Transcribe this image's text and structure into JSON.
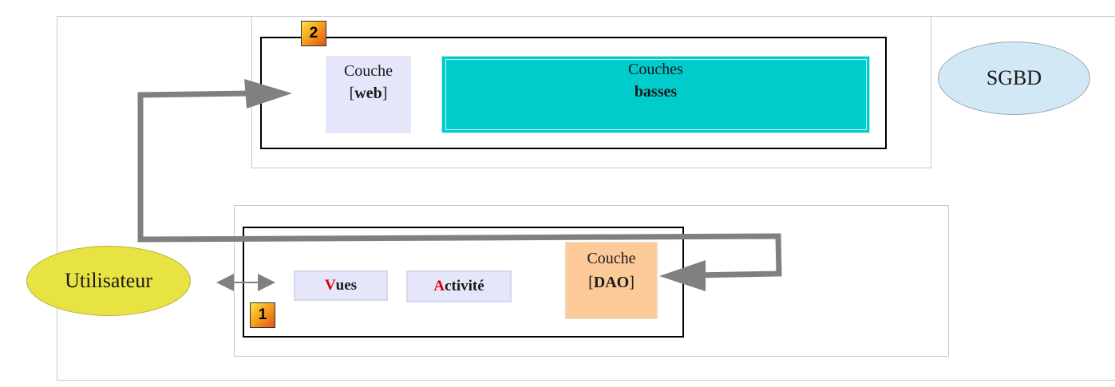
{
  "badges": {
    "top": "2",
    "bottom": "1"
  },
  "web": {
    "line1": "Couche",
    "line2_open": "[",
    "line2_bold": "web",
    "line2_close": "]"
  },
  "basses": {
    "line1": "Couches",
    "line2": "basses"
  },
  "dao": {
    "line1": "Couche",
    "line2_open": "[",
    "line2_bold": "DAO",
    "line2_close": "]"
  },
  "vues": {
    "initial": "V",
    "rest": "ues"
  },
  "activite": {
    "initial": "A",
    "rest": "ctivité"
  },
  "nodes": {
    "user": "Utilisateur",
    "sgbd": "SGBD"
  },
  "colors": {
    "badge": "#f7a41d",
    "web_layer": "#e6e6fb",
    "low_layers": "#00cccc",
    "dao_layer": "#fcc998",
    "user_node": "#e7e343",
    "sgbd_node": "#d2e8f5",
    "arrow": "#808080",
    "initial_letter": "#dd0000"
  }
}
